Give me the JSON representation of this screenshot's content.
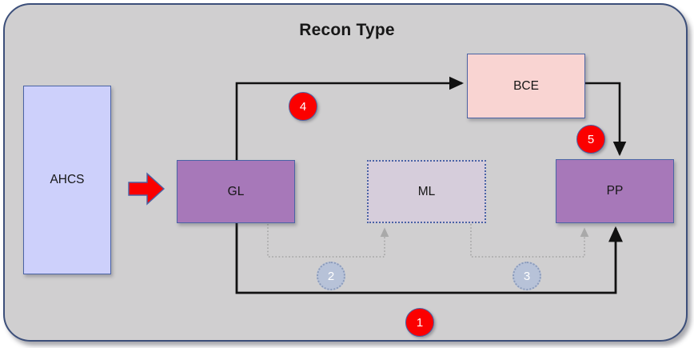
{
  "diagram": {
    "title": "Recon Type",
    "panel_color": "#d0cfd0",
    "panel_border_color": "#3c4f7a"
  },
  "nodes": [
    {
      "id": "ahcs",
      "label": "AHCS",
      "fill": "#cdd0fb",
      "style": "solid"
    },
    {
      "id": "gl",
      "label": "GL",
      "fill": "#a778b9",
      "style": "solid"
    },
    {
      "id": "ml",
      "label": "ML",
      "fill": "#d6cddb",
      "style": "dotted"
    },
    {
      "id": "pp",
      "label": "PP",
      "fill": "#a778b9",
      "style": "solid"
    },
    {
      "id": "bce",
      "label": "BCE",
      "fill": "#f9d4d2",
      "style": "solid"
    }
  ],
  "badges": [
    {
      "id": "1",
      "label": "1",
      "color": "#fb0000",
      "kind": "red"
    },
    {
      "id": "2",
      "label": "2",
      "color": "#b7c2d8",
      "kind": "blue"
    },
    {
      "id": "3",
      "label": "3",
      "color": "#b7c2d8",
      "kind": "blue"
    },
    {
      "id": "4",
      "label": "4",
      "color": "#fb0000",
      "kind": "red"
    },
    {
      "id": "5",
      "label": "5",
      "color": "#fb0000",
      "kind": "red"
    }
  ],
  "connectors": [
    {
      "id": "feed-arrow",
      "from": "ahcs",
      "to": "gl",
      "style": "block-arrow",
      "color": "#fb0000"
    },
    {
      "id": "flow-1",
      "from": "gl",
      "to": "pp",
      "badge": "1",
      "style": "solid",
      "color": "#111111"
    },
    {
      "id": "flow-2",
      "from": "gl",
      "to": "ml",
      "badge": "2",
      "style": "dotted",
      "color": "#a9a9a9"
    },
    {
      "id": "flow-3",
      "from": "ml",
      "to": "pp",
      "badge": "3",
      "style": "dotted",
      "color": "#a9a9a9"
    },
    {
      "id": "flow-4",
      "from": "gl",
      "to": "bce",
      "badge": "4",
      "style": "solid",
      "color": "#111111"
    },
    {
      "id": "flow-5",
      "from": "bce",
      "to": "pp",
      "badge": "5",
      "style": "solid",
      "color": "#111111"
    }
  ]
}
